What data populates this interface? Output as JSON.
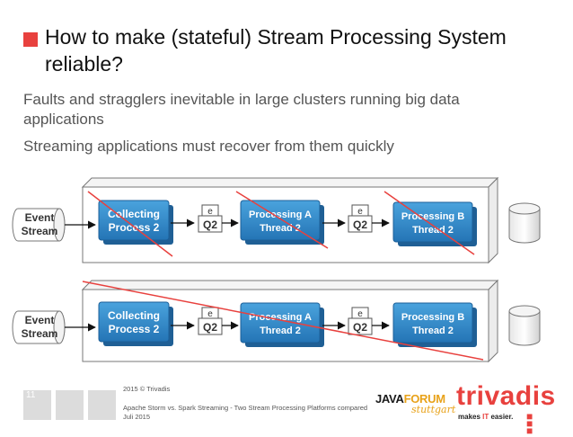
{
  "title": {
    "line1": "How to make (stateful) Stream Processing System",
    "line2": "reliable?"
  },
  "bullets": {
    "b1_line1": "Faults and stragglers inevitable in large clusters running big data",
    "b1_line2": "applications",
    "b2": "Streaming applications must recover from them quickly"
  },
  "diagram": {
    "event_stream_line1": "Event",
    "event_stream_line2": "Stream",
    "collecting_line1": "Collecting",
    "collecting_line2": "Process 2",
    "procA_line1": "Processing A",
    "procA_line2": "Thread 2",
    "procB_line1": "Processing B",
    "procB_line2": "Thread 2",
    "queue_label": "Q2",
    "event_label": "e"
  },
  "footer": {
    "slide_number": "11",
    "copyright": "2015 © Trivadis",
    "subtitle": "Apache Storm vs. Spark Streaming - Two Stream Processing Platforms compared",
    "date": "Juli 2015",
    "javaforum_java": "JAVA",
    "javaforum_forum": "FORUM",
    "javaforum_city": "stuttgart",
    "trivadis_name": "trivadis",
    "trivadis_tag_pre": "makes ",
    "trivadis_tag_it": "IT",
    "trivadis_tag_post": " easier.",
    "trivadis_dots": "■ ■ ■"
  },
  "colors": {
    "accent_red": "#e8413e",
    "process_blue": "#2f86c8",
    "brand_orange": "#e8a21a"
  },
  "icons": [
    "bullet-square-icon",
    "database-cylinder-icon",
    "arrow-icon",
    "strike-line-icon"
  ]
}
